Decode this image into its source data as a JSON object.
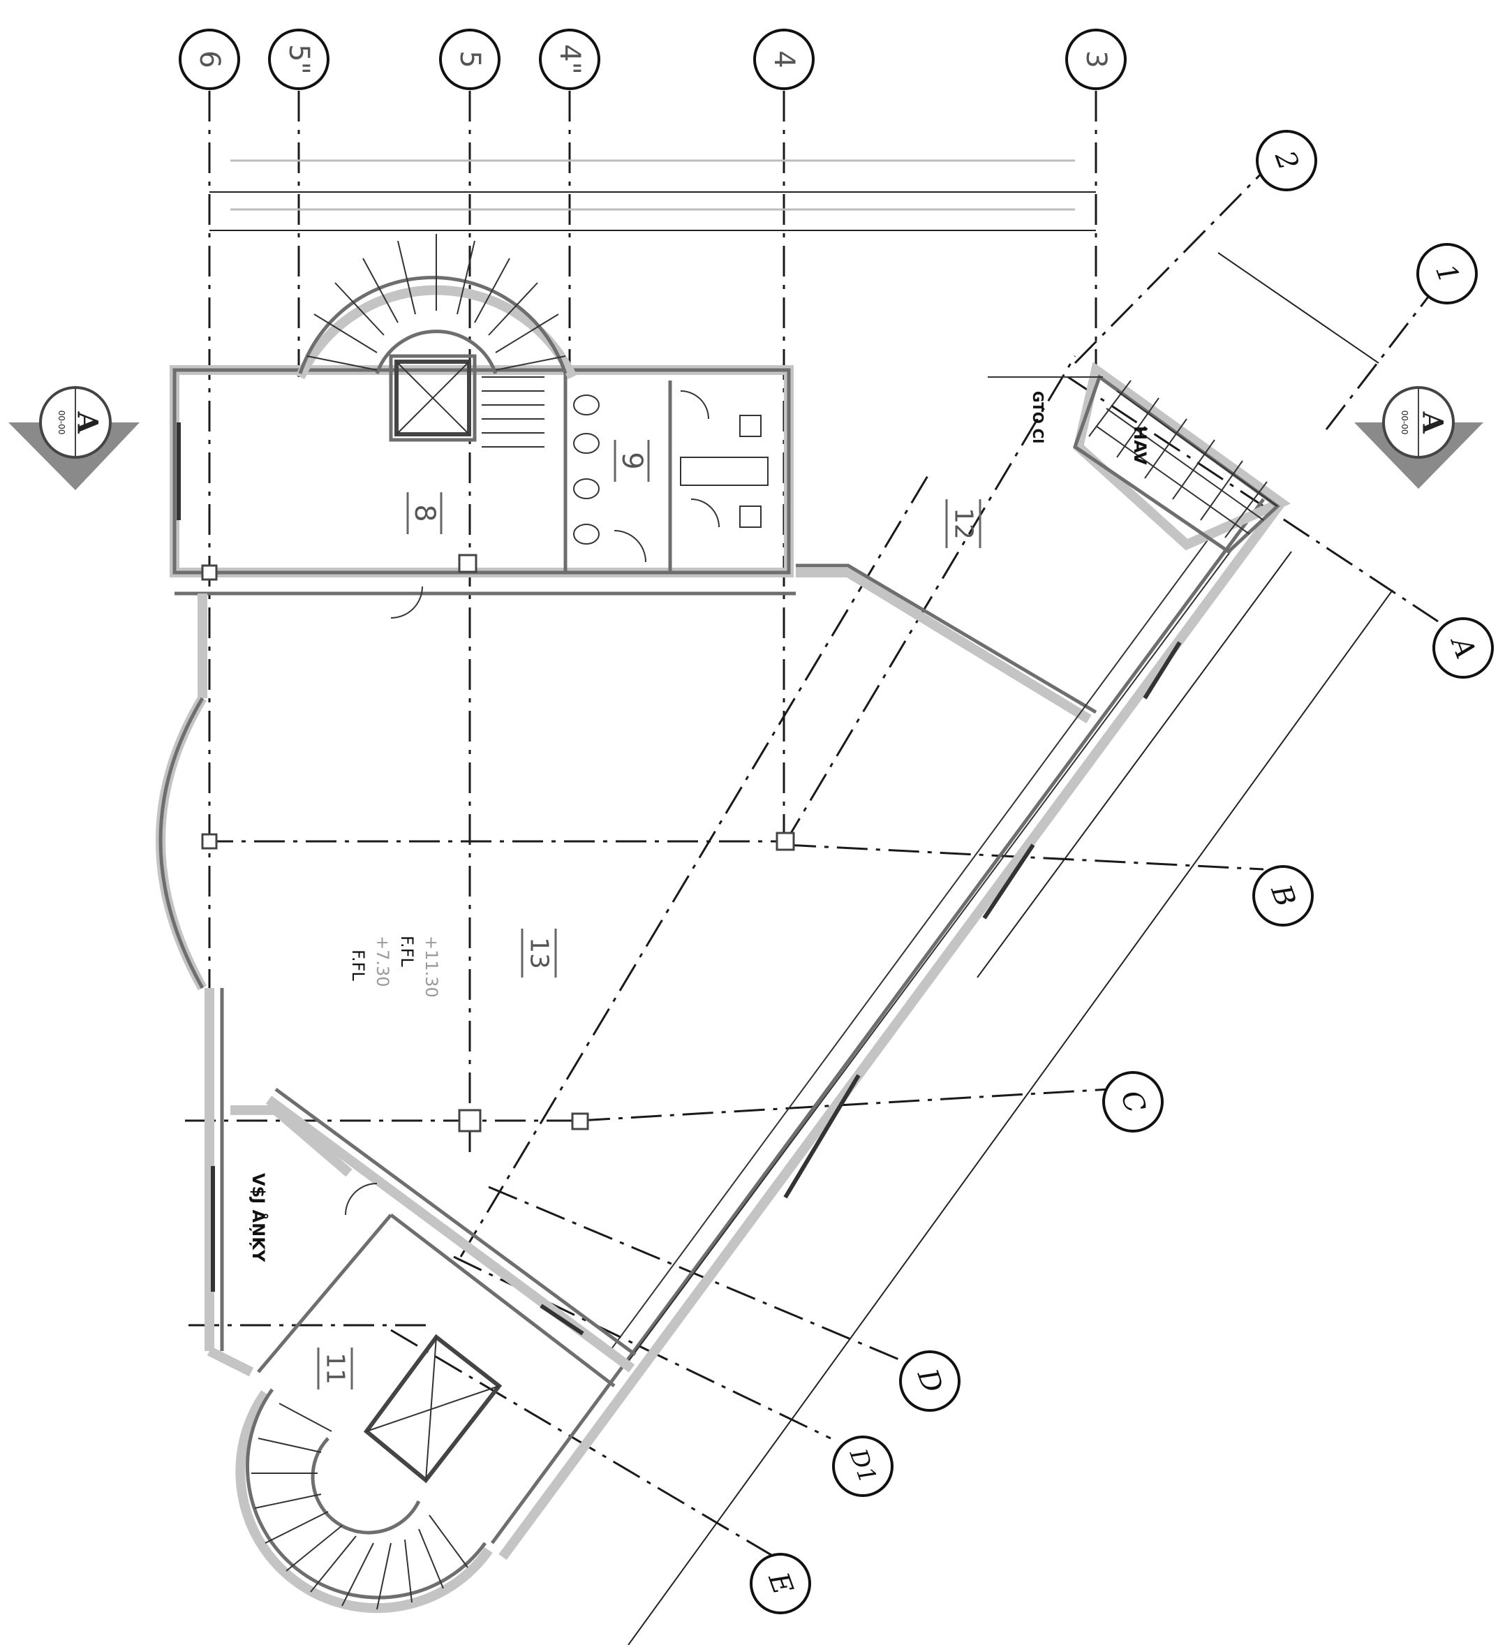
{
  "axes": {
    "top": [
      "6",
      "5\"",
      "5",
      "4\"",
      "4",
      "3"
    ],
    "right_numbers": [
      "2",
      "1"
    ],
    "diagonal": [
      "A",
      "B",
      "C",
      "D",
      "D1",
      "E"
    ]
  },
  "section_marks": [
    {
      "letter": "A",
      "number": "00-00"
    },
    {
      "letter": "A",
      "number": "00-00"
    }
  ],
  "room_numbers": [
    "8",
    "9",
    "12",
    "13",
    "11"
  ],
  "annotations": {
    "level_top": "+11.30",
    "level_top_tag": "F.FL",
    "level_bottom": "+7.30",
    "level_bottom_tag": "F.FL",
    "label_stair": "HAV",
    "label_corner": "GTO Cl",
    "label_lower": "V$J ÅŅĶY"
  }
}
